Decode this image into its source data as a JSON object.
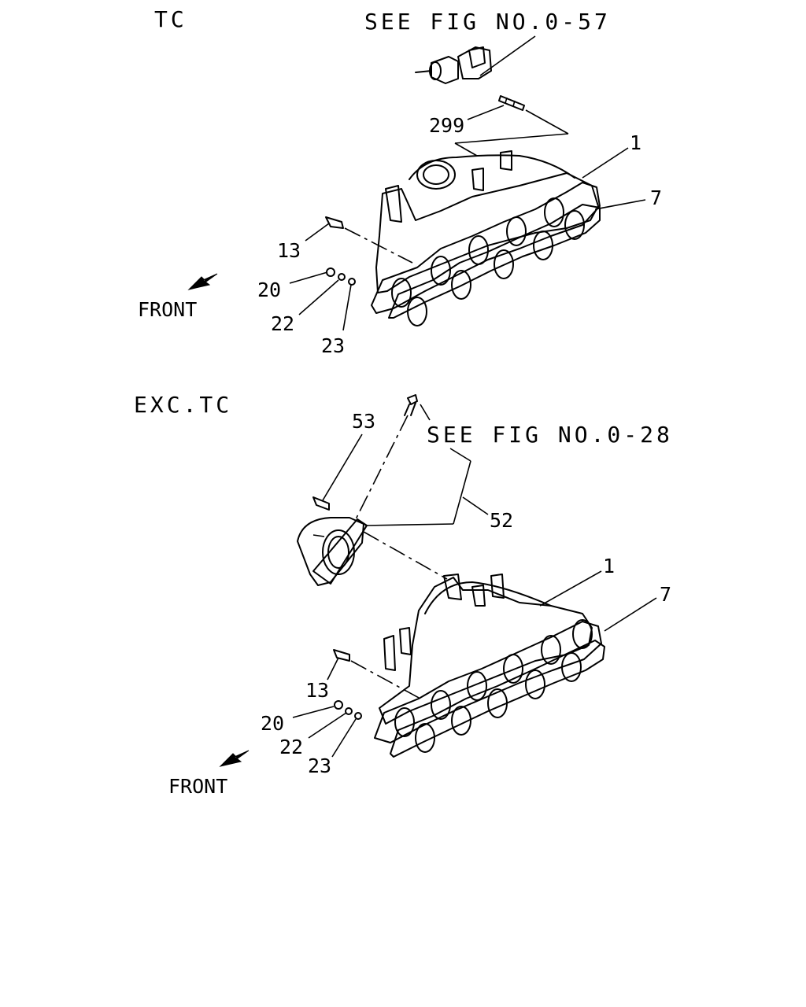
{
  "sections": {
    "tc": {
      "title": "TC",
      "see_fig": "SEE FIG NO.0-57",
      "front": "FRONT",
      "callouts": [
        "299",
        "1",
        "7",
        "13",
        "20",
        "22",
        "23"
      ]
    },
    "exc_tc": {
      "title": "EXC.TC",
      "see_fig": "SEE FIG NO.0-28",
      "front": "FRONT",
      "callouts": [
        "53",
        "52",
        "1",
        "7",
        "13",
        "20",
        "22",
        "23"
      ]
    }
  }
}
